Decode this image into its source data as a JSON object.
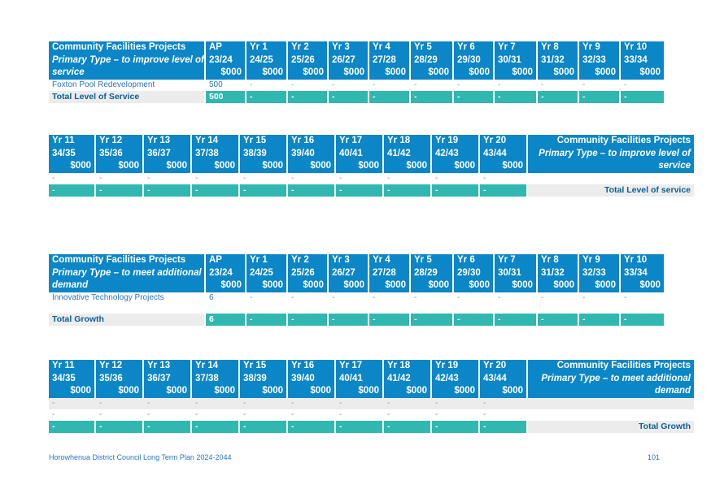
{
  "year_headers_a": [
    {
      "yr": "Yr 1",
      "period": "24/25",
      "unit": "$000"
    },
    {
      "yr": "Yr 2",
      "period": "25/26",
      "unit": "$000"
    },
    {
      "yr": "Yr 3",
      "period": "26/27",
      "unit": "$000"
    },
    {
      "yr": "Yr 4",
      "period": "27/28",
      "unit": "$000"
    },
    {
      "yr": "Yr 5",
      "period": "28/29",
      "unit": "$000"
    },
    {
      "yr": "Yr 6",
      "period": "29/30",
      "unit": "$000"
    },
    {
      "yr": "Yr 7",
      "period": "30/31",
      "unit": "$000"
    },
    {
      "yr": "Yr 8",
      "period": "31/32",
      "unit": "$000"
    },
    {
      "yr": "Yr 9",
      "period": "32/33",
      "unit": "$000"
    },
    {
      "yr": "Yr 10",
      "period": "33/34",
      "unit": "$000"
    }
  ],
  "year_headers_b": [
    {
      "yr": "Yr 11",
      "period": "34/35",
      "unit": "$000"
    },
    {
      "yr": "Yr 12",
      "period": "35/36",
      "unit": "$000"
    },
    {
      "yr": "Yr 13",
      "period": "36/37",
      "unit": "$000"
    },
    {
      "yr": "Yr 14",
      "period": "37/38",
      "unit": "$000"
    },
    {
      "yr": "Yr 15",
      "period": "38/39",
      "unit": "$000"
    },
    {
      "yr": "Yr 16",
      "period": "39/40",
      "unit": "$000"
    },
    {
      "yr": "Yr 17",
      "period": "40/41",
      "unit": "$000"
    },
    {
      "yr": "Yr 18",
      "period": "41/42",
      "unit": "$000"
    },
    {
      "yr": "Yr 19",
      "period": "42/43",
      "unit": "$000"
    },
    {
      "yr": "Yr 20",
      "period": "43/44",
      "unit": "$000"
    }
  ],
  "ap_header": {
    "label": "AP",
    "period": "23/24",
    "unit": "$000"
  },
  "dash": "-",
  "table1": {
    "title": "Community Facilities Projects",
    "subtitle_line1": "Primary Type – to improve level of",
    "subtitle_line2": "service",
    "rows": [
      {
        "name": "Foxton Pool Redevelopment",
        "ap": "500"
      }
    ],
    "total": {
      "label": "Total Level of Service",
      "ap": "500"
    }
  },
  "table2": {
    "title": "Community Facilities Projects",
    "subtitle_line1": "Primary Type – to improve level of",
    "subtitle_line2": "service",
    "total_label": "Total Level of service"
  },
  "table3": {
    "title": "Community Facilities Projects",
    "subtitle_line1": "Primary Type – to meet additional",
    "subtitle_line2": "demand",
    "rows": [
      {
        "name": "Innovative Technology Projects",
        "ap": "6"
      }
    ],
    "total": {
      "label": "Total Growth",
      "ap": "6"
    }
  },
  "table4": {
    "title": "Community Facilities Projects",
    "subtitle_line1": "Primary Type – to meet additional",
    "subtitle_line2": "demand",
    "total_label": "Total Growth"
  },
  "footer": {
    "left": "Horowhenua District Council Long Term Plan 2024-2044",
    "page": "101"
  }
}
